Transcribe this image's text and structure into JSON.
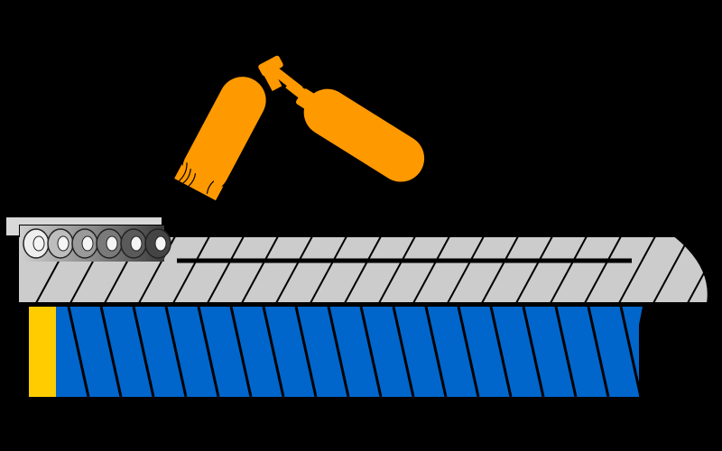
{
  "scene": {
    "background": "#000000",
    "colors": {
      "orange": "#FF9900",
      "grey": "#CCCCCC",
      "blue": "#0066CC",
      "yellow": "#FFCC00",
      "stroke": "#000000"
    },
    "elements": [
      "dual-cylinder-assembly",
      "conveyor-barrel",
      "blue-base-slab",
      "yellow-end-strip",
      "internal-rod",
      "rollers"
    ]
  }
}
